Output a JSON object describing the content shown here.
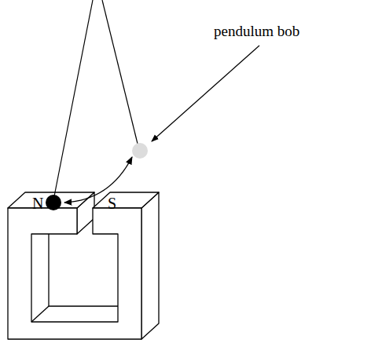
{
  "diagram": {
    "labels": [
      "N",
      "S",
      "pendulum bob"
    ]
  }
}
